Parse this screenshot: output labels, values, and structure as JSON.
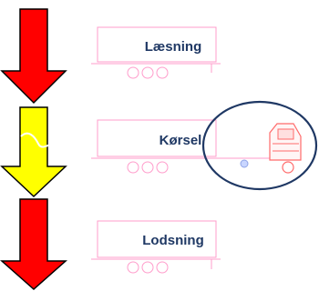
{
  "stages": [
    {
      "label": "Læsning",
      "arrow_color": "#ff0000"
    },
    {
      "label": "Kørsel",
      "arrow_color": "#ffff00"
    },
    {
      "label": "Lodsning",
      "arrow_color": "#ff0000"
    }
  ],
  "colors": {
    "arrow_outline": "#000000",
    "trailer_outline": "#ff9ccb",
    "wheel_outline": "#ff9ccb",
    "truck_cab": "#ff6a6a",
    "label_text": "#1f3864",
    "highlight_ring": "#1f3864",
    "arrow_break_line": "#ffffff"
  }
}
